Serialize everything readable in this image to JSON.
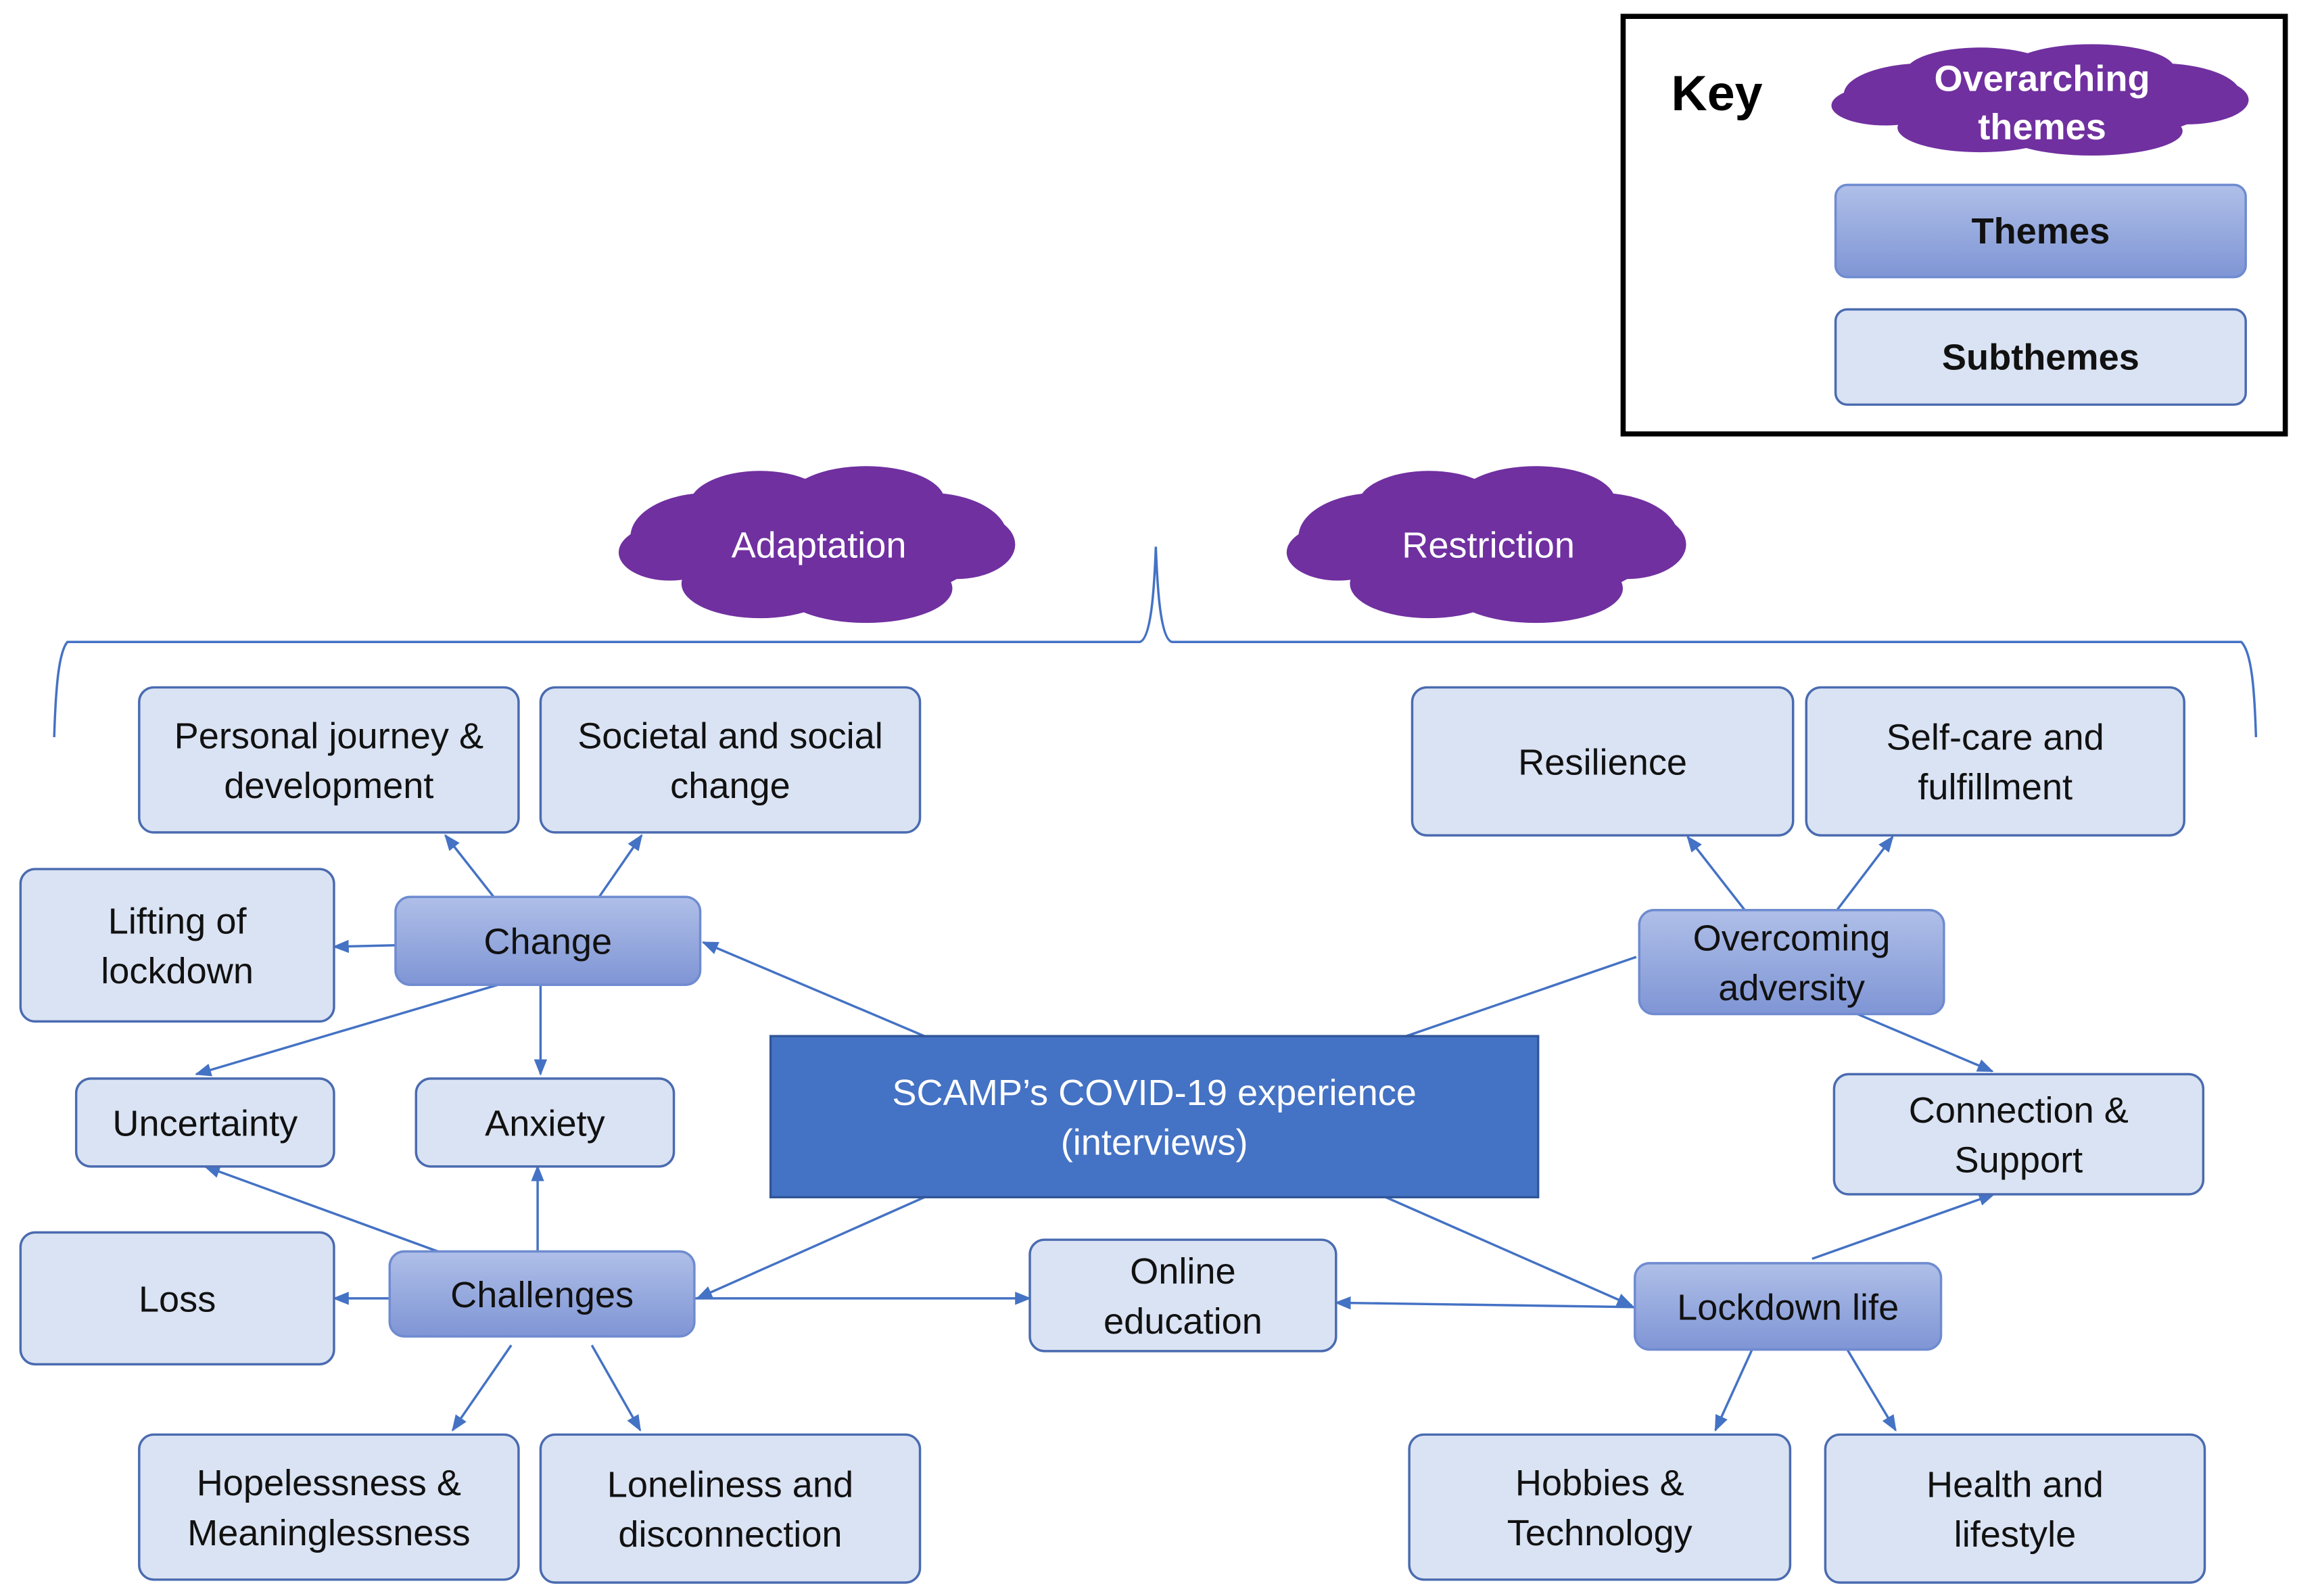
{
  "key": {
    "title": "Key",
    "overarching": [
      "Overarching",
      "themes"
    ],
    "themes": "Themes",
    "subthemes": "Subthemes"
  },
  "colors": {
    "overarching_theme": "#7030a0",
    "theme_top": "#a9b9e4",
    "theme_bottom": "#8096d6",
    "subtheme": "#dae3f3",
    "center": "#4472c4",
    "connector": "#4472c4"
  },
  "overarching_themes": [
    "Adaptation",
    "Restriction"
  ],
  "center": [
    "SCAMP’s COVID-19 experience",
    "(interviews)"
  ],
  "themes": {
    "change": [
      "Change"
    ],
    "overcoming": [
      "Overcoming",
      "adversity"
    ],
    "challenges": [
      "Challenges"
    ],
    "lockdown_life": [
      "Lockdown life"
    ]
  },
  "subthemes": {
    "personal": [
      "Personal journey &",
      "development"
    ],
    "societal": [
      "Societal and social",
      "change"
    ],
    "resilience": [
      "Resilience"
    ],
    "selfcare": [
      "Self-care and",
      "fulfillment"
    ],
    "lifting": [
      "Lifting of",
      "lockdown"
    ],
    "uncertainty": [
      "Uncertainty"
    ],
    "anxiety": [
      "Anxiety"
    ],
    "connection": [
      "Connection &",
      "Support"
    ],
    "loss": [
      "Loss"
    ],
    "online": [
      "Online",
      "education"
    ],
    "hopelessness": [
      "Hopelessness &",
      "Meaninglessness"
    ],
    "loneliness": [
      "Loneliness and",
      "disconnection"
    ],
    "hobbies": [
      "Hobbies &",
      "Technology"
    ],
    "health": [
      "Health and",
      "lifestyle"
    ]
  }
}
